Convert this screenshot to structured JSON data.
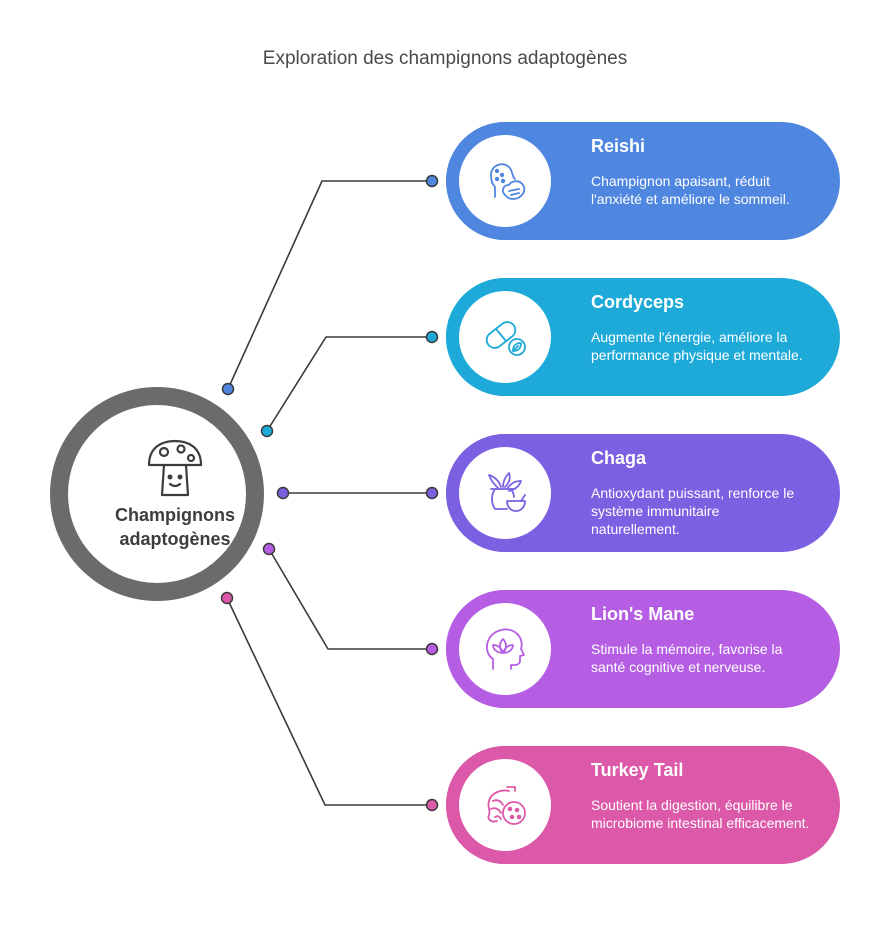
{
  "title": "Exploration des champignons adaptogènes",
  "hub": {
    "label": "Champignons adaptogènes",
    "icon": "mushroom-icon",
    "color": "#6b6b6b"
  },
  "items": [
    {
      "title": "Reishi",
      "description": "Champignon apaisant, réduit l'anxiété et améliore le sommeil.",
      "color": "#4f87e0",
      "icon": "calm-head-icon"
    },
    {
      "title": "Cordyceps",
      "description": "Augmente l'énergie, améliore la performance physique et mentale.",
      "color": "#1eaad8",
      "icon": "capsule-leaf-icon"
    },
    {
      "title": "Chaga",
      "description": "Antioxydant puissant, renforce le système immunitaire naturellement.",
      "color": "#7b60e2",
      "icon": "herbal-bowl-icon"
    },
    {
      "title": "Lion's Mane",
      "description": "Stimule la mémoire, favorise la santé cognitive et nerveuse.",
      "color": "#b55ee3",
      "icon": "mind-lotus-icon"
    },
    {
      "title": "Turkey Tail",
      "description": "Soutient la digestion, équilibre le microbiome intestinal efficacement.",
      "color": "#dc58a8",
      "icon": "gut-bacteria-icon"
    }
  ]
}
